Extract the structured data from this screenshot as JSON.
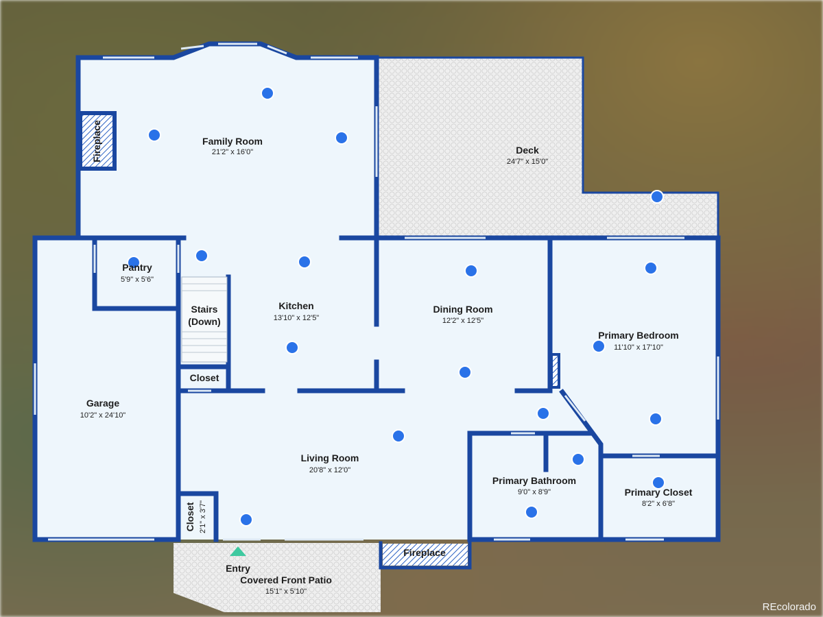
{
  "rooms": {
    "family": {
      "name": "Family Room",
      "dim": "21'2\" x 16'0\""
    },
    "deck": {
      "name": "Deck",
      "dim": "24'7\" x 15'0\""
    },
    "pantry": {
      "name": "Pantry",
      "dim": "5'9\" x 5'6\""
    },
    "kitchen": {
      "name": "Kitchen",
      "dim": "13'10\" x 12'5\""
    },
    "dining": {
      "name": "Dining Room",
      "dim": "12'2\" x 12'5\""
    },
    "bedroom": {
      "name": "Primary Bedroom",
      "dim": "11'10\" x 17'10\""
    },
    "garage": {
      "name": "Garage",
      "dim": "10'2\" x 24'10\""
    },
    "living": {
      "name": "Living Room",
      "dim": "20'8\" x 12'0\""
    },
    "bathroom": {
      "name": "Primary Bathroom",
      "dim": "9'0\" x 8'9\""
    },
    "pclosetm": {
      "name": "Primary Closet",
      "dim": "8'2\" x 6'8\""
    },
    "patio": {
      "name": "Covered Front Patio",
      "dim": "15'1\" x 5'10\""
    },
    "closet_small": {
      "name": "Closet",
      "dim": "2'1\" x 3'7\""
    }
  },
  "labels": {
    "fireplace_left": "Fireplace",
    "fireplace_bottom": "Fireplace",
    "stairs_line1": "Stairs",
    "stairs_line2": "(Down)",
    "closet": "Closet",
    "entry": "Entry"
  },
  "watermark": "REcolorado",
  "colors": {
    "wall": "#1a47a0",
    "floor": "#eef6fc",
    "marker": "#2a72e8",
    "entry": "#3ec9a0"
  }
}
